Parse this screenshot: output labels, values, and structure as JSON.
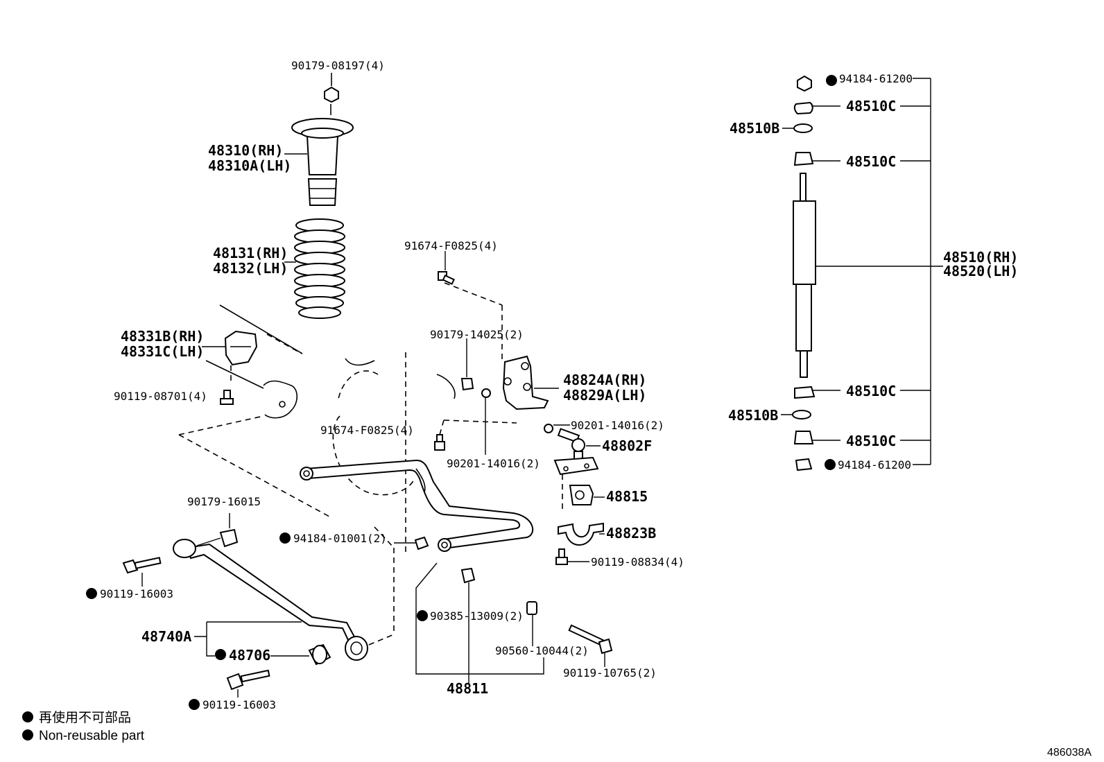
{
  "labels": {
    "p90179_08197": "90179-08197(4)",
    "p48310_rh": "48310(RH)",
    "p48310a_lh": "48310A(LH)",
    "p48131_rh": "48131(RH)",
    "p48132_lh": "48132(LH)",
    "p48331b_rh": "48331B(RH)",
    "p48331c_lh": "48331C(LH)",
    "p90119_08701": "90119-08701(4)",
    "p91674_f0825_top": "91674-F0825(4)",
    "p90179_14025": "90179-14025(2)",
    "p48824a_rh": "48824A(RH)",
    "p48829a_lh": "48829A(LH)",
    "p91674_f0825_mid": "91674-F0825(4)",
    "p90201_14016_a": "90201-14016(2)",
    "p90201_14016_b": "90201-14016(2)",
    "p48802f": "48802F",
    "p48815": "48815",
    "p48823b": "48823B",
    "p90119_08834": "90119-08834(4)",
    "p90179_16015": "90179-16015",
    "p94184_01001": "94184-01001(2)",
    "p90119_16003_a": "90119-16003",
    "p90385_13009": "90385-13009(2)",
    "p90560_10044": "90560-10044(2)",
    "p90119_10765": "90119-10765(2)",
    "p48740a": "48740A",
    "p48706": "48706",
    "p90119_16003_b": "90119-16003",
    "p48811": "48811",
    "p94184_61200_top": "94184-61200",
    "p48510c_1": "48510C",
    "p48510b_1": "48510B",
    "p48510c_2": "48510C",
    "p48510_rh": "48510(RH)",
    "p48520_lh": "48520(LH)",
    "p48510c_3": "48510C",
    "p48510b_2": "48510B",
    "p48510c_4": "48510C",
    "p94184_61200_bot": "94184-61200"
  },
  "legend": {
    "japanese": "再使用不可部品",
    "english": "Non-reusable part"
  },
  "figure_code": "486038A"
}
